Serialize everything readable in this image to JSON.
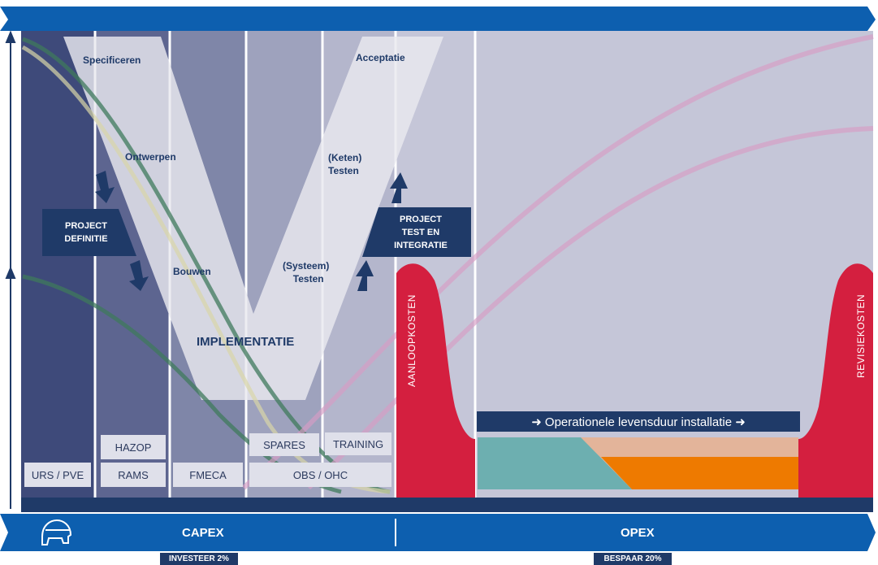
{
  "colors": {
    "navy": "#1f3a68",
    "blue": "#0d5faf",
    "red": "#d41f3f",
    "teal": "#6dafb0",
    "orange": "#ee7a00",
    "peach": "#e3b49a",
    "lavender": "#c5c6d8"
  },
  "phases": {
    "specificeren": "Specificeren",
    "ontwerpen": "Ontwerpen",
    "bouwen": "Bouwen",
    "systeem_testen_1": "(Systeem)",
    "systeem_testen_2": "Testen",
    "keten_testen_1": "(Keten)",
    "keten_testen_2": "Testen",
    "acceptatie": "Acceptatie",
    "implementatie": "IMPLEMENTATIE"
  },
  "project_definitie": [
    "PROJECT",
    "DEFINITIE"
  ],
  "project_test": [
    "PROJECT",
    "TEST EN",
    "INTEGRATIE"
  ],
  "boxes": {
    "urs": "URS / PVE",
    "hazop": "HAZOP",
    "rams": "RAMS",
    "fmeca": "FMECA",
    "spares": "SPARES",
    "training": "TRAINING",
    "obs": "OBS / OHC"
  },
  "costs": {
    "aanloop": "AANLOOPKOSTEN",
    "revisie": "REVISIEKOSTEN"
  },
  "operational": "➜ Operationele levensduur installatie ➜",
  "bottom": {
    "capex": "CAPEX",
    "opex": "OPEX",
    "investeer": "INVESTEER 2%",
    "bespaar": "BESPAAR 20%"
  },
  "icons": [
    "arrow-up-icon",
    "arrow-down-icon",
    "helmet-icon"
  ]
}
